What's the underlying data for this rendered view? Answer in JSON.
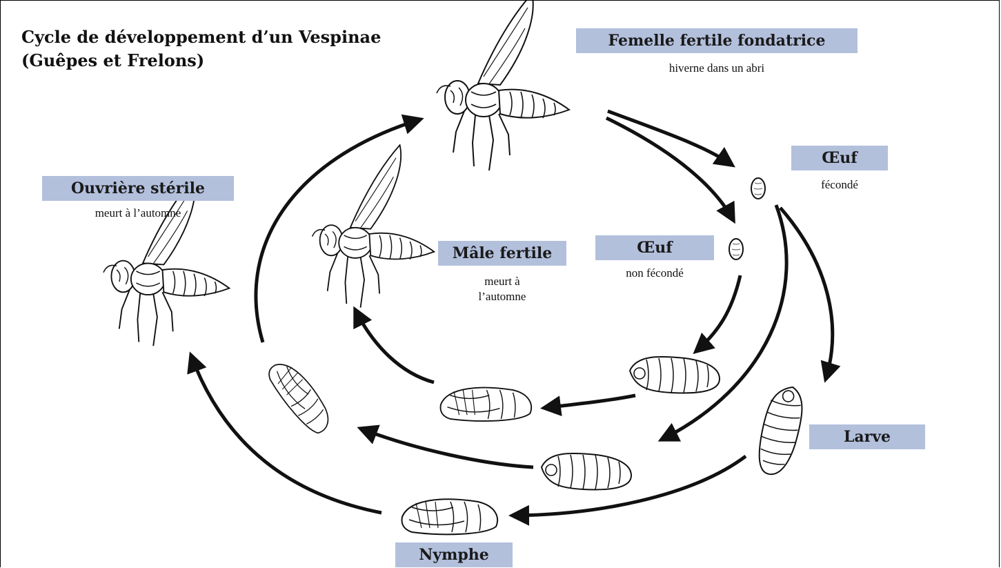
{
  "title_line1": "Cycle de développement d’un Vespinae",
  "title_line2": "(Guêpes et Frelons)",
  "stages": {
    "femelle": {
      "label": "Femelle fertile fondatrice",
      "note": "hiverne dans un abri"
    },
    "oeuf_feconde": {
      "label": "Œuf",
      "note": "fécondé"
    },
    "oeuf_non_feconde": {
      "label": "Œuf",
      "note": "non fécondé"
    },
    "male": {
      "label": "Mâle fertile",
      "note_line1": "meurt à",
      "note_line2": "l’automne"
    },
    "ouvriere": {
      "label": "Ouvrière stérile",
      "note": "meurt à l’automne"
    },
    "larve": {
      "label": "Larve"
    },
    "nymphe": {
      "label": "Nymphe"
    }
  }
}
